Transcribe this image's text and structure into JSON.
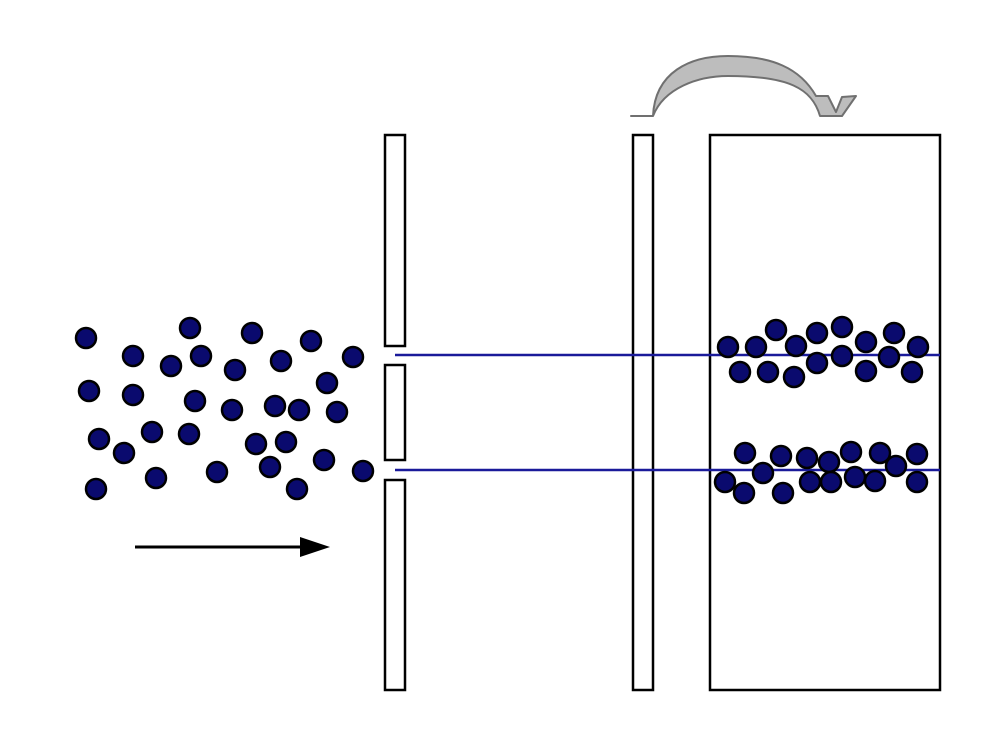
{
  "diagram": {
    "colors": {
      "background": "#ffffff",
      "outline": "#000000",
      "particle_fill": "#0a0a6e",
      "particle_stroke": "#000000",
      "beam_line": "#1a1a9a",
      "curved_arrow_fill": "#bdbdbd",
      "curved_arrow_stroke": "#707070"
    },
    "elements": {
      "incoming_particles": "particle-cloud",
      "direction_arrow": "arrow-right-icon",
      "double_slit_barrier": "barrier-with-two-slits",
      "movable_barrier": "barrier-plate",
      "detection_screen": "screen",
      "move_indicator": "curved-arrow-icon"
    }
  }
}
